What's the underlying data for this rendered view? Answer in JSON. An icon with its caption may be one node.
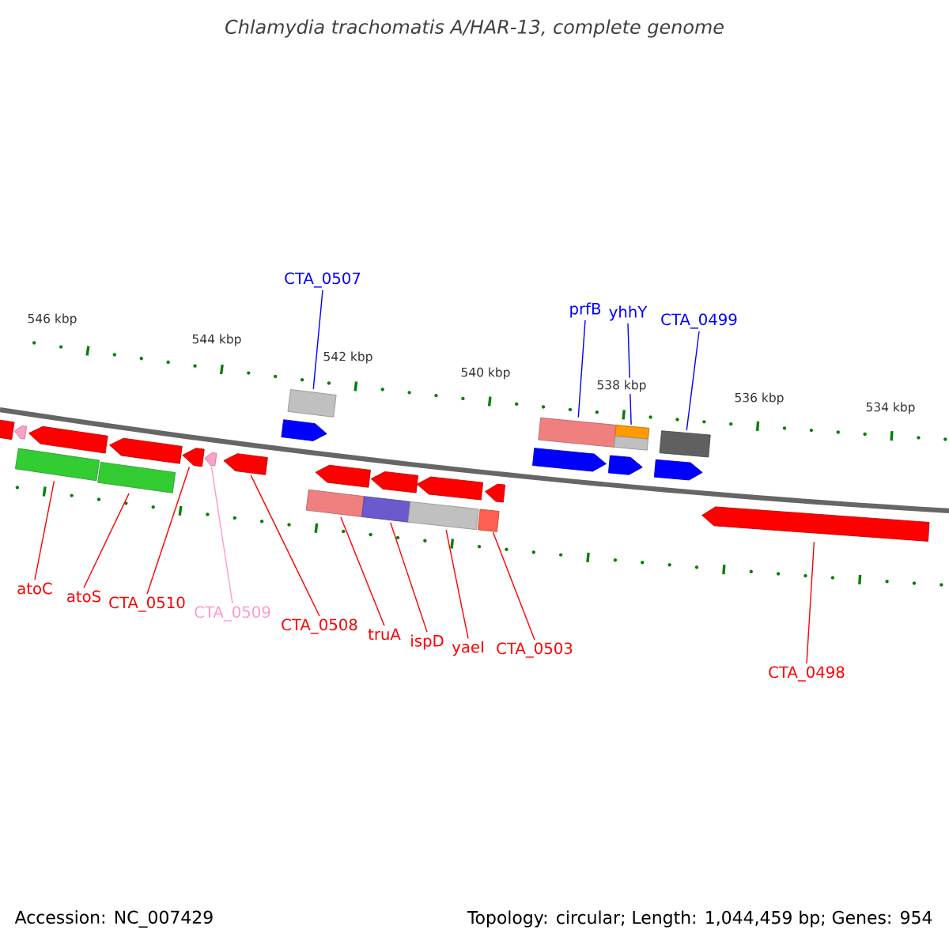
{
  "diagram": {
    "title": "Chlamydia trachomatis A/HAR-13, complete genome",
    "nodes": [
      {
        "text": [
          "CTA_0507"
        ]
      },
      {
        "text": [
          "prfB"
        ]
      },
      {
        "text": [
          "yhhY"
        ]
      },
      {
        "text": [
          "CTA_0499"
        ]
      },
      {
        "text": [
          "atoC"
        ]
      },
      {
        "text": [
          "atoS"
        ]
      },
      {
        "text": [
          "CTA_0510"
        ]
      },
      {
        "text": [
          "CTA_0509"
        ]
      },
      {
        "text": [
          "CTA_0508"
        ]
      },
      {
        "text": [
          "truA"
        ]
      },
      {
        "text": [
          "ispD"
        ]
      },
      {
        "text": [
          "yaeI"
        ]
      },
      {
        "text": [
          "CTA_0503"
        ]
      },
      {
        "text": [
          "CTA_0498"
        ]
      },
      {
        "text": [],
        "shape": "bar"
      },
      {
        "text": [],
        "shape": "bar"
      },
      {
        "text": [],
        "shape": "bar"
      },
      {
        "text": [],
        "shape": "bar"
      },
      {
        "text": [],
        "shape": "bar"
      },
      {
        "text": [],
        "shape": "bar"
      },
      {
        "text": [],
        "shape": "pentagon"
      },
      {
        "text": [],
        "shape": "pentagon"
      },
      {
        "text": [],
        "shape": "pentagon"
      },
      {
        "text": [],
        "shape": "bar"
      },
      {
        "text": [],
        "shape": "bar"
      },
      {
        "text": [],
        "shape": "bar"
      },
      {
        "text": [],
        "shape": "bar"
      },
      {
        "text": [],
        "shape": "pentagon"
      },
      {
        "text": [],
        "shape": "pentagon"
      },
      {
        "text": [],
        "shape": "pentagon"
      },
      {
        "text": [],
        "shape": "pentagon"
      },
      {
        "text": [],
        "shape": "pentagon"
      },
      {
        "text": [],
        "shape": "bar"
      },
      {
        "text": [],
        "shape": "pentagon"
      },
      {
        "text": [],
        "shape": "pentagon"
      },
      {
        "text": [],
        "shape": "pentagon"
      },
      {
        "text": [],
        "shape": "pentagon"
      },
      {
        "text": [],
        "shape": "pentagon"
      },
      {
        "text": [],
        "shape": "pentagon"
      },
      {
        "text": [],
        "shape": "pentagon"
      }
    ],
    "edges": [
      {
        "from": 0,
        "to": 14,
        "arrow": "none",
        "color": "#0000ff"
      },
      {
        "from": 1,
        "to": 15,
        "arrow": "none",
        "color": "#0000ff"
      },
      {
        "from": 2,
        "to": 16,
        "arrow": "none",
        "color": "#0000ff"
      },
      {
        "from": 3,
        "to": 17,
        "arrow": "none",
        "color": "#0000ff"
      },
      {
        "from": 4,
        "to": 18,
        "arrow": "none"
      },
      {
        "from": 5,
        "to": 19,
        "arrow": "none"
      },
      {
        "from": 6,
        "to": 20,
        "arrow": "none"
      },
      {
        "from": 7,
        "to": 21,
        "arrow": "none",
        "color": "#ff99cc"
      },
      {
        "from": 8,
        "to": 22,
        "arrow": "none"
      },
      {
        "from": 9,
        "to": 23,
        "arrow": "none"
      },
      {
        "from": 10,
        "to": 24,
        "arrow": "none"
      },
      {
        "from": 11,
        "to": 25,
        "arrow": "none"
      },
      {
        "from": 12,
        "to": 26,
        "arrow": "none"
      },
      {
        "from": 13,
        "to": 27,
        "arrow": "none"
      }
    ],
    "labels": [
      "546 kbp",
      "544 kbp",
      "542 kbp",
      "540 kbp",
      "538 kbp",
      "536 kbp",
      "534 kbp",
      "Accession: NC_007429",
      "Topology: circular; Length: 1,044,459 bp; Genes: 954"
    ]
  }
}
